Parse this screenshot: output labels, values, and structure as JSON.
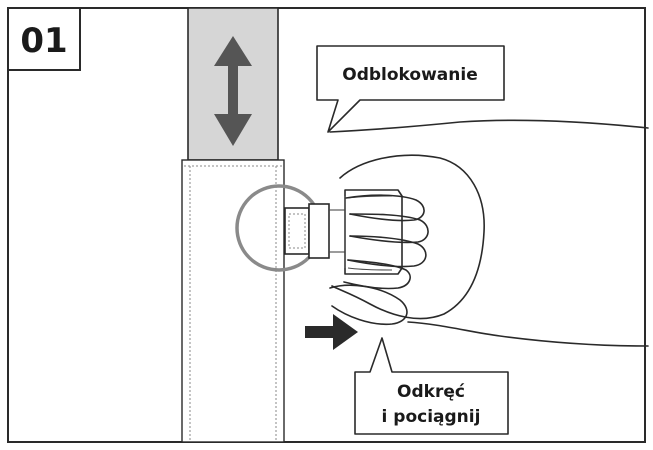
{
  "step": {
    "number": "01"
  },
  "callouts": {
    "unlock": "Odblokowanie",
    "unscrew_line1": "Odkręć",
    "unscrew_line2": "i pociągnij"
  },
  "icons": {
    "vertical_arrow": "double-headed-vertical-arrow-icon",
    "direction_arrow": "right-arrow-icon"
  },
  "colors": {
    "frame_border": "#2a2a2a",
    "highlight_fill": "#d6d6d6",
    "arrow_fill": "#555555",
    "ink": "#2a2a2a"
  }
}
